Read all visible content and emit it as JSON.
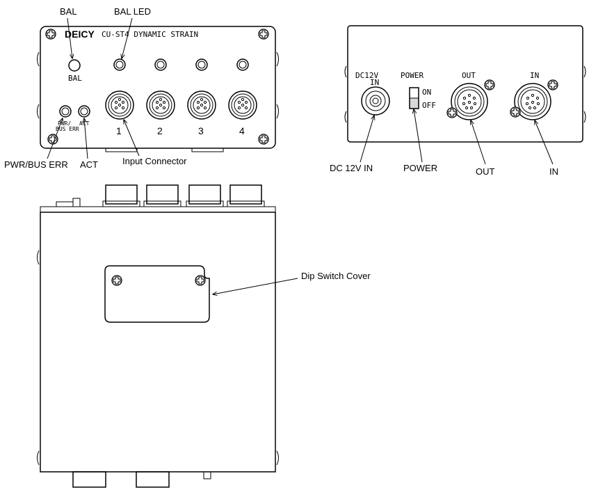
{
  "front_panel": {
    "brand": "DEICY",
    "model": "CU-ST4 DYNAMIC STRAIN",
    "bal_panel_label": "BAL",
    "pwr_panel_label_1": "PWR/",
    "pwr_panel_label_2": "BUS ERR",
    "act_panel_label": "ACT",
    "channels": [
      "1",
      "2",
      "3",
      "4"
    ]
  },
  "front_callouts": {
    "bal": "BAL",
    "bal_led": "BAL LED",
    "pwr_bus_err": "PWR/BUS ERR",
    "act": "ACT",
    "input_connector": "Input Connector"
  },
  "rear_panel": {
    "dc_label_1": "DC12V",
    "dc_label_2": "IN",
    "power_label": "POWER",
    "on_label": "ON",
    "off_label": "OFF",
    "out_label": "OUT",
    "in_label": "IN"
  },
  "rear_callouts": {
    "dc_12v_in": "DC 12V IN",
    "power": "POWER",
    "out": "OUT",
    "in": "IN"
  },
  "top_view": {
    "dip_switch_cover": "Dip Switch Cover"
  }
}
